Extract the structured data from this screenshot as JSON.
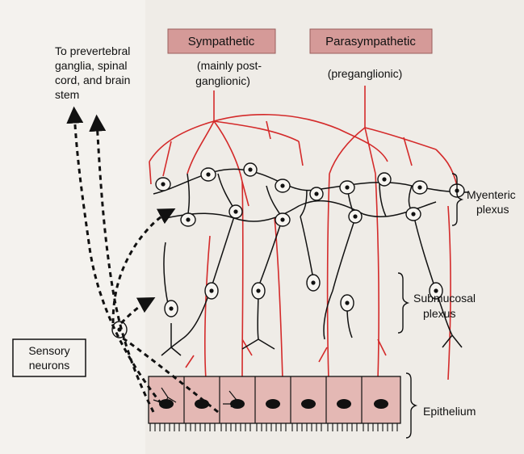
{
  "labels": {
    "prevertebral": [
      "To prevertebral",
      "ganglia, spinal",
      "cord, and brain",
      "stem"
    ],
    "sympathetic": "Sympathetic",
    "sympathetic_note": [
      "(mainly post-",
      "ganglionic)"
    ],
    "parasympathetic": "Parasympathetic",
    "parasympathetic_note": "(preganglionic)",
    "myenteric": [
      "Myenteric",
      "plexus"
    ],
    "submucosal": [
      "Submucosal",
      "plexus"
    ],
    "sensory": [
      "Sensory",
      "neurons"
    ],
    "epithelium": "Epithelium"
  },
  "colors": {
    "box_fill": "#d59a98",
    "epithelium_fill": "#e4b8b4",
    "nerve_red": "#d42a2a",
    "ink": "#111111"
  }
}
